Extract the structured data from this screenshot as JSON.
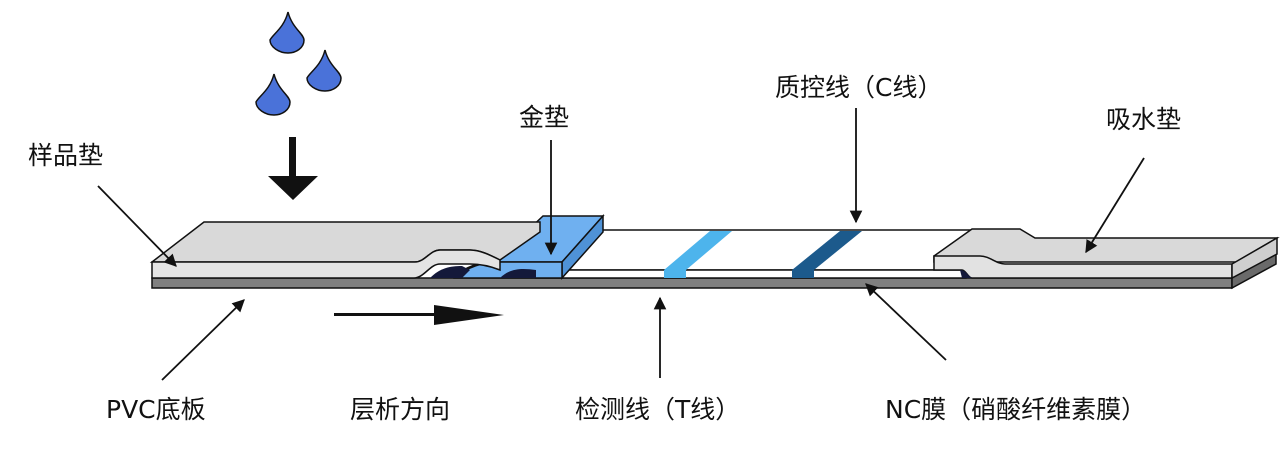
{
  "title": "胶体金试纸条结构示意图",
  "labels": {
    "sample_pad": "样品垫",
    "gold_pad": "金垫",
    "control_line": "质控线（C线）",
    "absorbent_pad": "吸水垫",
    "pvc_backing": "PVC底板",
    "flow_direction": "层析方向",
    "test_line": "检测线（T线）",
    "nc_membrane": "NC膜（硝酸纤维素膜）"
  },
  "colors": {
    "pad_gray": "#d9d9d9",
    "pvc_gray": "#808080",
    "gold_pad_blue": "#6fb0f0",
    "test_line_blue": "#4db4ec",
    "control_line_blue": "#1c5a8c",
    "drop_blue": "#4a72d9",
    "outline": "#111111",
    "shadow_navy": "#14193a"
  }
}
